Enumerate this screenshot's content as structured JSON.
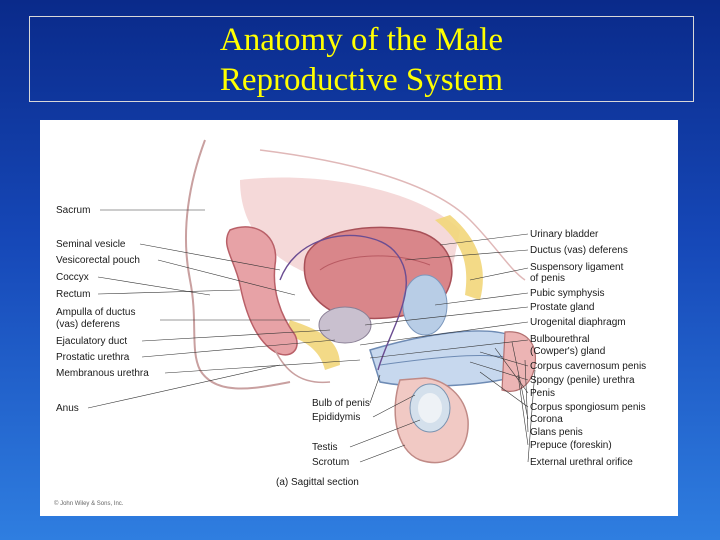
{
  "title": {
    "line1": "Anatomy of the Male",
    "line2": "Reproductive System"
  },
  "figure": {
    "left_labels": {
      "sacrum": "Sacrum",
      "seminal_vesicle": "Seminal vesicle",
      "vesicorectal_pouch": "Vesicorectal pouch",
      "coccyx": "Coccyx",
      "rectum": "Rectum",
      "ampulla_1": "Ampulla of ductus",
      "ampulla_2": "(vas) deferens",
      "ejaculatory_duct": "Ejaculatory duct",
      "prostatic_urethra": "Prostatic urethra",
      "membranous_urethra": "Membranous urethra",
      "anus": "Anus"
    },
    "right_labels": {
      "urinary_bladder": "Urinary bladder",
      "ductus_deferens": "Ductus (vas) deferens",
      "suspensory_1": "Suspensory ligament",
      "suspensory_2": "of penis",
      "pubic_symphysis": "Pubic symphysis",
      "prostate_gland": "Prostate gland",
      "urogenital_diaphragm": "Urogenital diaphragm",
      "bulbourethral_1": "Bulbourethral",
      "bulbourethral_2": "(Cowper's) gland",
      "corpus_cavernosum": "Corpus cavernosum penis",
      "spongy_urethra": "Spongy (penile) urethra",
      "penis": "Penis",
      "corpus_spongiosum": "Corpus spongiosum penis",
      "corona": "Corona",
      "glans_penis": "Glans penis",
      "prepuce": "Prepuce (foreskin)",
      "external_urethral_orifice": "External urethral orifice"
    },
    "bottom_labels": {
      "bulb_of_penis": "Bulb of penis",
      "epididymis": "Epididymis",
      "testis": "Testis",
      "scrotum": "Scrotum"
    },
    "caption": "(a) Sagittal section",
    "copyright": "© John Wiley & Sons, Inc."
  }
}
